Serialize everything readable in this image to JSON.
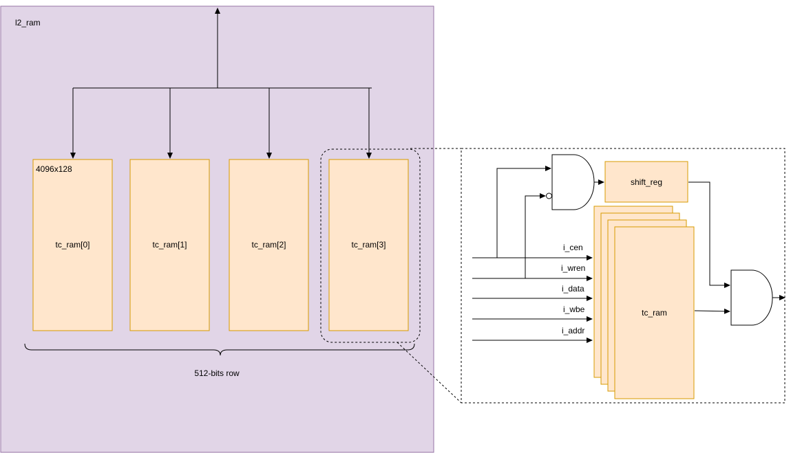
{
  "labels": {
    "container_title": "l2_ram",
    "block_size": "4096x128",
    "ram0": "tc_ram[0]",
    "ram1": "tc_ram[1]",
    "ram2": "tc_ram[2]",
    "ram3": "tc_ram[3]",
    "row_label": "512-bits row",
    "shift_reg": "shift_reg",
    "tc_ram": "tc_ram",
    "i_cen": "i_cen",
    "i_wren": "i_wren",
    "i_data": "i_data",
    "i_wbe": "i_wbe",
    "i_addr": "i_addr"
  },
  "colors": {
    "container_fill": "#e1d5e7",
    "container_stroke": "#9673a6",
    "block_fill": "#ffe6cc",
    "block_stroke": "#d79b00",
    "line": "#000000"
  }
}
